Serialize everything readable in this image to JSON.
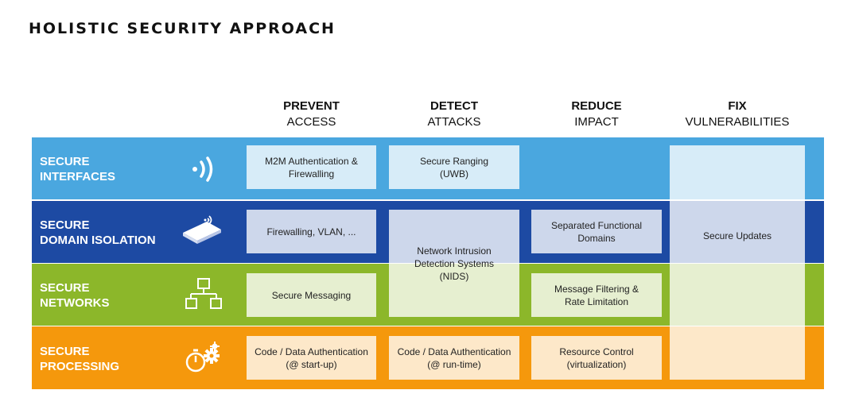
{
  "title": "HOLISTIC SECURITY APPROACH",
  "columns": [
    {
      "top": "PREVENT",
      "bottom": "ACCESS"
    },
    {
      "top": "DETECT",
      "bottom": "ATTACKS"
    },
    {
      "top": "REDUCE",
      "bottom": "IMPACT"
    },
    {
      "top": "FIX",
      "bottom": "VULNERABILITIES"
    }
  ],
  "rows": [
    {
      "line1": "SECURE",
      "line2": "INTERFACES",
      "icon": "wireless-signal-icon",
      "color": "#4aa7df"
    },
    {
      "line1": "SECURE",
      "line2": "DOMAIN ISOLATION",
      "icon": "router-icon",
      "color": "#1d4aa3"
    },
    {
      "line1": "SECURE",
      "line2": "NETWORKS",
      "icon": "network-topology-icon",
      "color": "#8cb72a"
    },
    {
      "line1": "SECURE",
      "line2": "PROCESSING",
      "icon": "stopwatch-gears-icon",
      "color": "#f5980c"
    }
  ],
  "cells": {
    "m2m_auth": "M2M Authentication &\nFirewalling",
    "secure_ranging": "Secure Ranging\n(UWB)",
    "firewalling_vlan": "Firewalling, VLAN, ...",
    "nids": "Network Intrusion\nDetection Systems\n(NIDS)",
    "separated_domains": "Separated Functional\nDomains",
    "secure_updates": "Secure Updates",
    "secure_messaging": "Secure Messaging",
    "message_filtering": "Message Filtering &\nRate Limitation",
    "code_auth_startup": "Code / Data Authentication\n(@ start-up)",
    "code_auth_runtime": "Code / Data Authentication\n(@ run-time)",
    "resource_control": "Resource Control\n(virtualization)"
  }
}
